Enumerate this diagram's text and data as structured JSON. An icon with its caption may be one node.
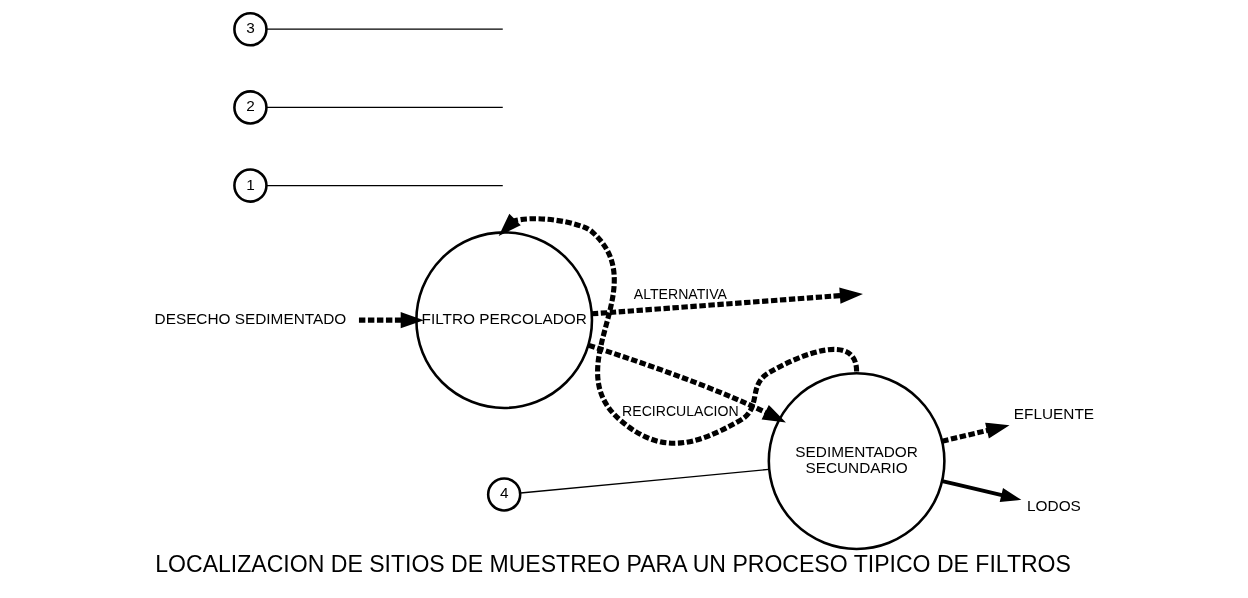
{
  "diagram": {
    "caption": "LOCALIZACION DE SITIOS DE MUESTREO PARA UN PROCESO TIPICO DE FILTROS",
    "nodes": [
      {
        "text": [
          "DESECHO SEDIMENTADO"
        ]
      },
      {
        "text": [
          "FILTRO PERCOLADOR"
        ]
      },
      {
        "text": [
          "SEDIMENTADOR SECUNDARIO"
        ]
      },
      {
        "text": [
          "EFLUENTE"
        ]
      },
      {
        "text": [
          "LODOS"
        ]
      },
      {
        "text": [
          "1"
        ]
      },
      {
        "text": [
          "2"
        ]
      },
      {
        "text": [
          "3"
        ]
      },
      {
        "text": [
          "4"
        ]
      }
    ],
    "edges": [
      {
        "from": 0,
        "to": 1,
        "arrow": "to",
        "style": "dashed"
      },
      {
        "from": 1,
        "to": 2,
        "arrow": "to",
        "style": "dashed"
      },
      {
        "from": 2,
        "to": 3,
        "arrow": "to",
        "style": "dashed"
      },
      {
        "from": 2,
        "to": 4,
        "arrow": "to"
      },
      {
        "from": 1,
        "to": null,
        "arrow": "to",
        "style": "dashed",
        "label": "ALTERNATIVA"
      },
      {
        "from": 2,
        "to": 1,
        "arrow": "to",
        "style": "dashed",
        "label": "RECIRCULACION"
      },
      {
        "from": 5,
        "to": null,
        "arrow": "none"
      },
      {
        "from": 6,
        "to": null,
        "arrow": "none"
      },
      {
        "from": 7,
        "to": null,
        "arrow": "none"
      },
      {
        "from": 8,
        "to": 2,
        "arrow": "none"
      }
    ]
  }
}
